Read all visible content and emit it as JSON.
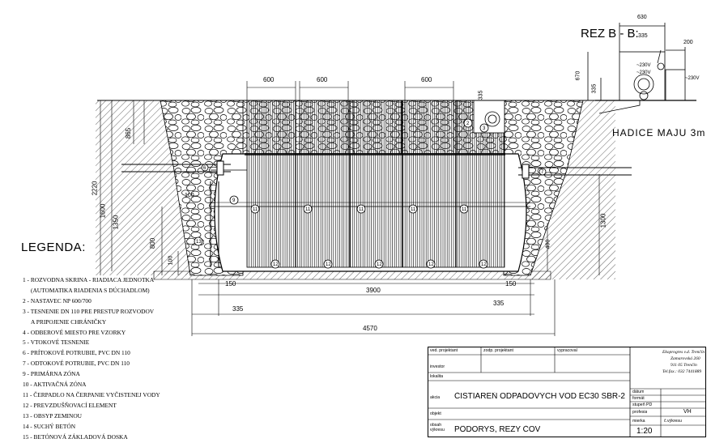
{
  "section_title": "REZ B - B:",
  "pipe_label": "HADICE MAJU 3m",
  "legend": {
    "title": "LEGENDA:",
    "items": [
      "1 - ROZVODNA SKRINA - RIADIACA JEDNOTKA",
      "(AUTOMATIKA RIADENIA S DÚCHADLOM)",
      "2 - NASTAVEC NP 600/700",
      "3 - TESNENIE DN 110 PRE PRESTUP ROZVODOV",
      "A PRIPOJENIE CHRÁNIČKY",
      "4 - ODBEROVÉ MIESTO PRE VZORKY",
      "5 - VTOKOVÉ TESNENIE",
      "6 - PRÍTOKOVÉ POTRUBIE, PVC DN 110",
      "7 - ODTOKOVÉ POTRUBIE, PVC DN 110",
      "9 - PRIMÁRNA ZÓNA",
      "10 - AKTIVAČNÁ ZÓNA",
      "11 - ČERPADLO NA ČERPANIE VYČISTENEJ VODY",
      "12 - PREVZDUŠŇOVACÍ ELEMENT",
      "13 - OBSYP ZEMINOU",
      "14 - SUCHÝ BETÓN",
      "15 - BETÓNOVÁ ZÁKLADOVÁ DOSKA"
    ]
  },
  "dimensions": {
    "top_widths": [
      "600",
      "600",
      "600"
    ],
    "d335_top": "335",
    "d865": "865",
    "d2220": "2220",
    "d1600": "1600",
    "d1350": "1350",
    "d800": "800",
    "d100_left": "100",
    "d1300": "1300",
    "d400": "400",
    "d150_left": "150",
    "d150_right": "150",
    "d3900": "3900",
    "d335_left": "335",
    "d335_right": "335",
    "d4570": "4570",
    "d630": "630",
    "d335_section": "335",
    "d200": "200",
    "d670": "670",
    "d335_vert": "335",
    "v230_a": "~230V",
    "v230_b": "~230V",
    "v230_c": "~230V",
    "d100_mid": "100"
  },
  "title_block": {
    "ved_projektant": "ved. projektant",
    "zodp_projektant": "zodp. projektant",
    "vypracoval": "vypracoval",
    "investor": "investor",
    "lokalita": "lokalita",
    "akcia_label": "akcia",
    "akcia_value": "ČISTIAREŇ ODPADOVÝCH VOD  EČ30 SBR-2",
    "objekt": "objekt",
    "obsah_label": "obsah výkresu",
    "obsah_value": "PÔDORYS, REZY ČOV",
    "company": [
      "Ekoprogres v.d. Trenčín",
      "Zamarovská 260",
      "911 05 Trenčín",
      "Tel.fax.: 032 7441889"
    ],
    "datum": "dátum",
    "format": "formát",
    "stupen": "stupeň PD",
    "profesia": "profesia",
    "profesia_value": "VH",
    "mierka": "mierka",
    "mierka_value": "1:20",
    "vykres": "č.výkresu"
  }
}
